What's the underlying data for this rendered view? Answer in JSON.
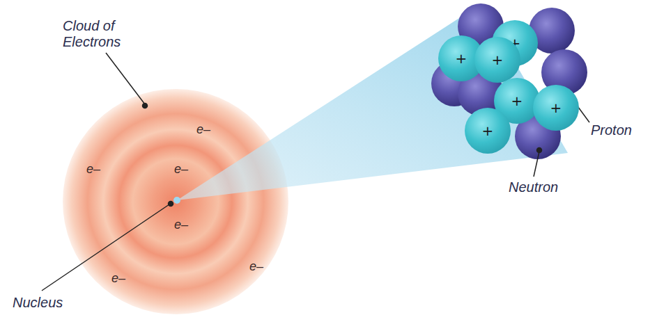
{
  "diagram": {
    "nodes": [
      {
        "text": [
          "+"
        ]
      },
      {
        "text": [
          "+"
        ]
      },
      {
        "text": [
          "+"
        ]
      },
      {
        "text": [
          "+"
        ]
      },
      {
        "text": [
          "+"
        ]
      },
      {
        "text": [
          "+"
        ]
      }
    ],
    "labels": [
      "Cloud of Electrons",
      "e–",
      "e–",
      "e–",
      "e–",
      "e–",
      "e–",
      "Nucleus",
      "Proton",
      "Neutron"
    ]
  }
}
